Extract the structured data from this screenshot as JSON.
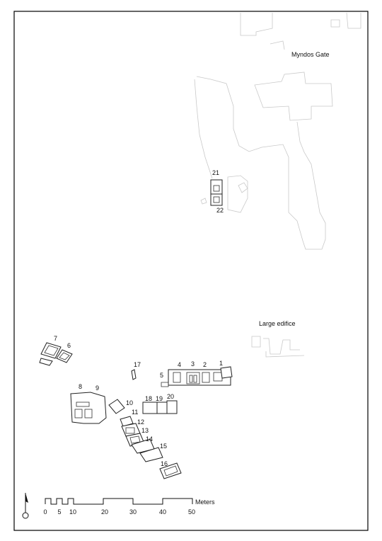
{
  "places": {
    "myndos_gate": "Myndos Gate",
    "large_edifice": "Large edifice"
  },
  "tomb_labels": [
    "1",
    "2",
    "3",
    "4",
    "5",
    "6",
    "7",
    "8",
    "9",
    "10",
    "11",
    "12",
    "13",
    "14",
    "15",
    "16",
    "17",
    "18",
    "19",
    "20",
    "21",
    "22"
  ],
  "scale_bar": {
    "unit": "Meters",
    "ticks": [
      "0",
      "5",
      "10",
      "20",
      "30",
      "40",
      "50"
    ]
  },
  "north_arrow": "north-arrow"
}
